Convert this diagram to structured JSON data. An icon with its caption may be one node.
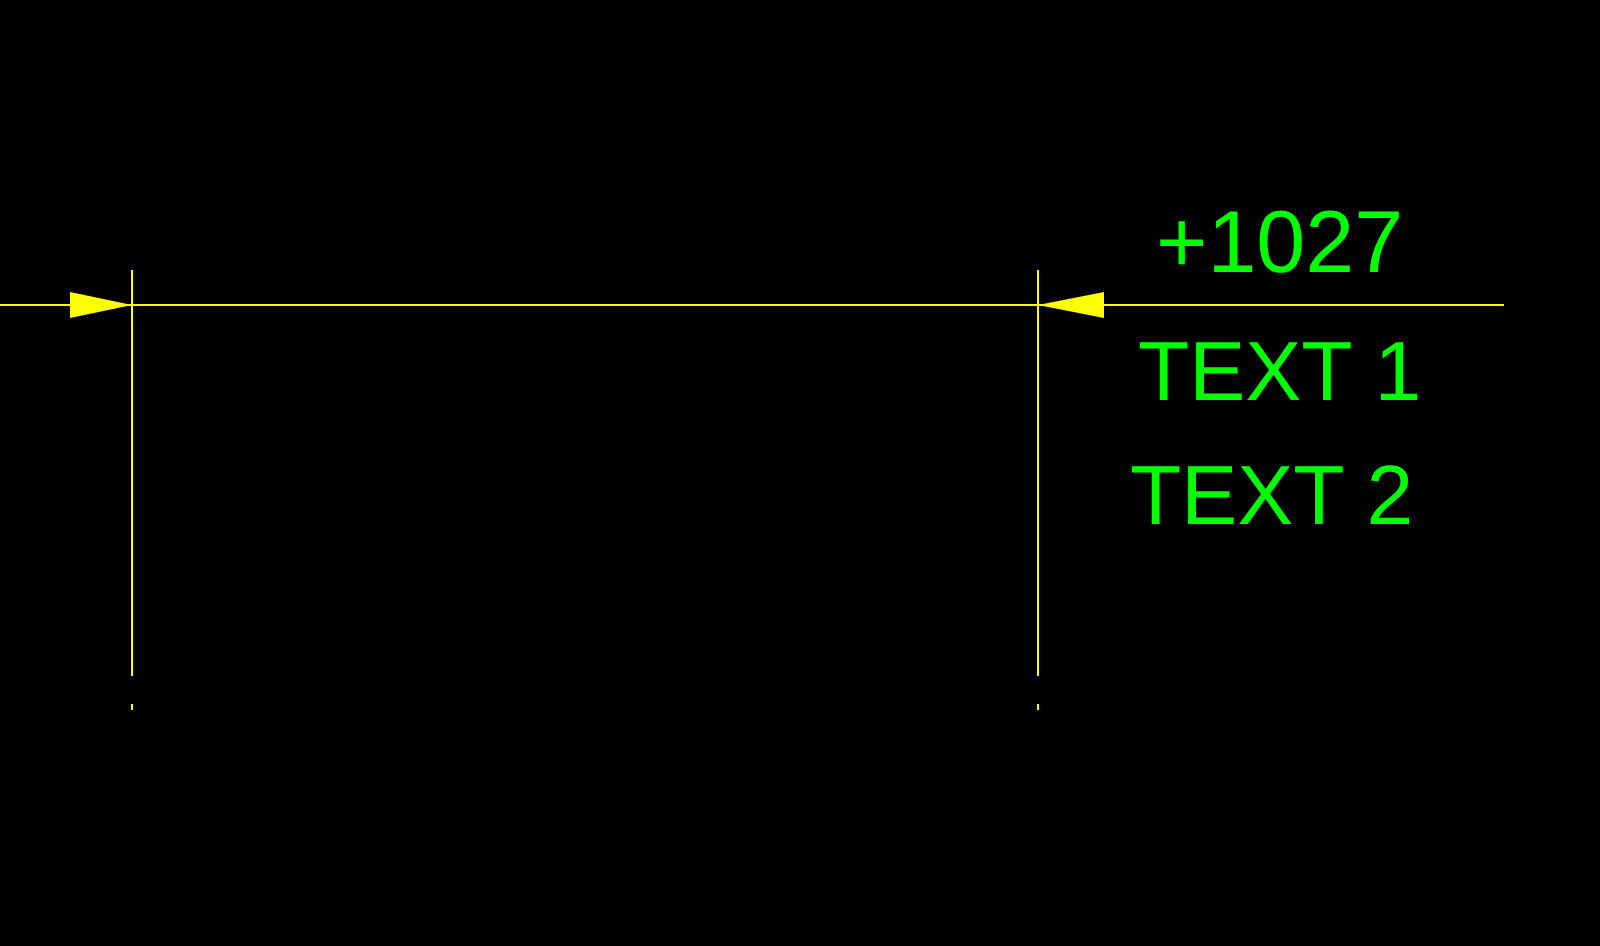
{
  "diagram": {
    "labels": [
      "+1027",
      "TEXT 1",
      "TEXT 2"
    ]
  }
}
